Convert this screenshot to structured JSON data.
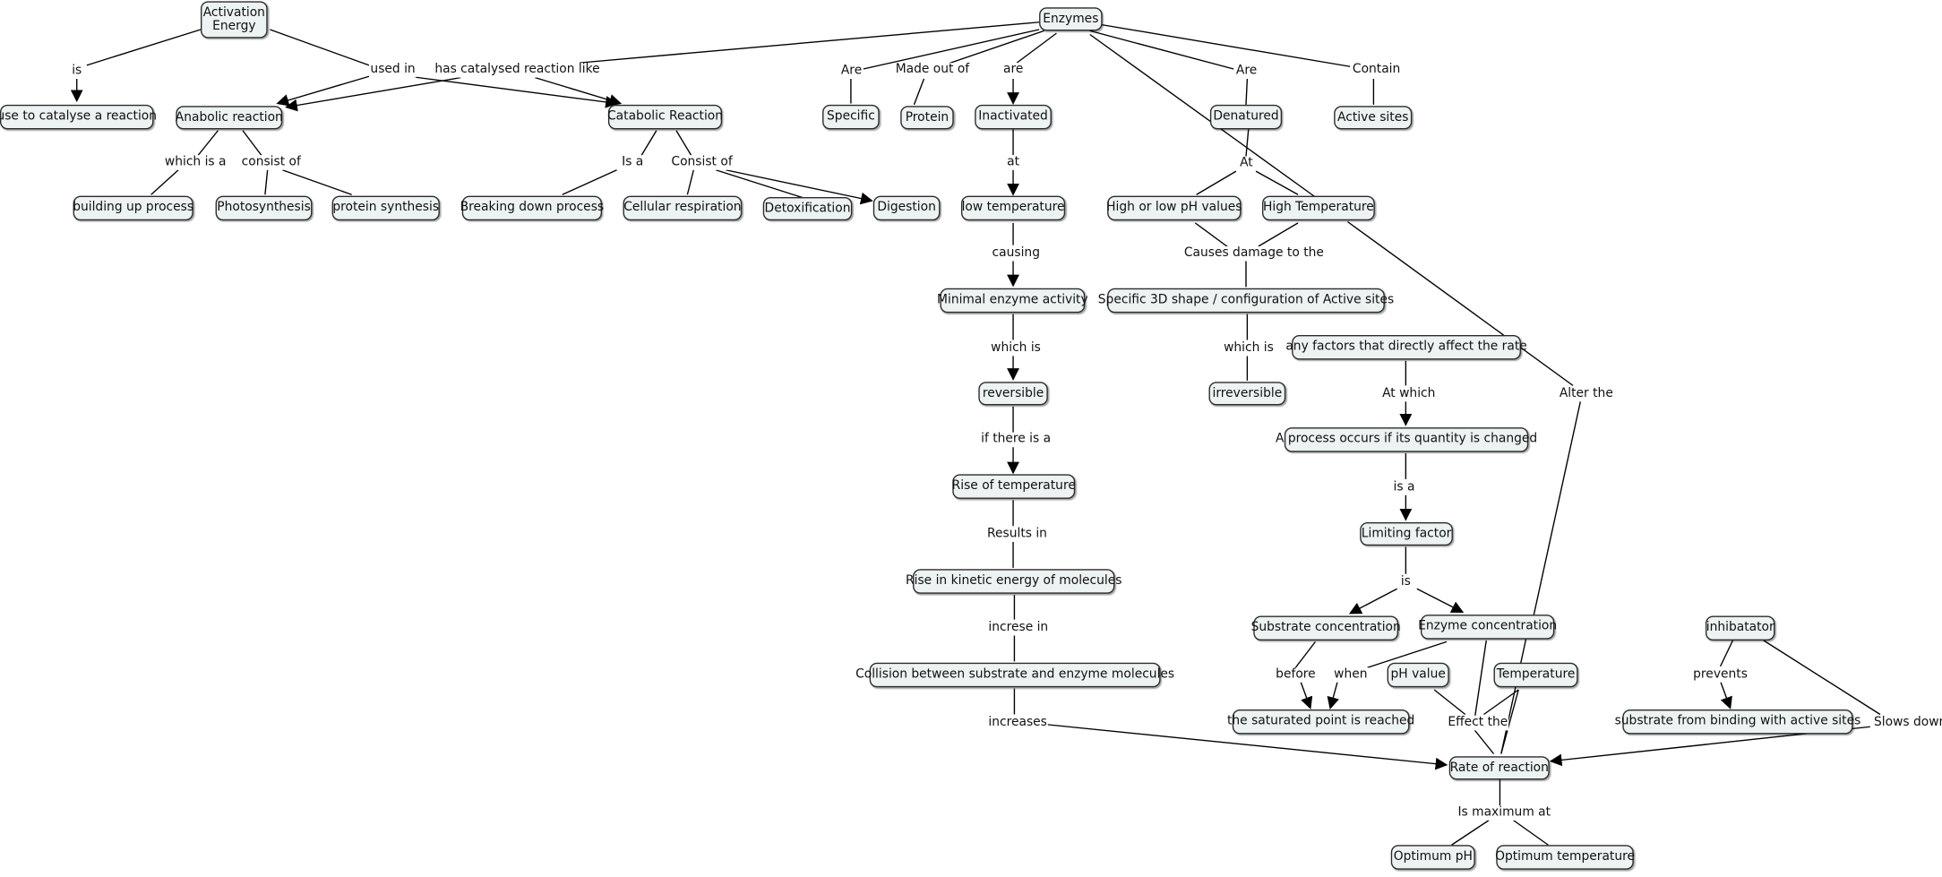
{
  "nodes": {
    "activation": "Activation\nEnergy",
    "use_catalyse": "use to catalyse a reaction",
    "anabolic": "Anabolic reaction",
    "building": "building up process",
    "photosynthesis": "Photosynthesis",
    "protein_synthesis": "protein synthesis",
    "catabolic": "Catabolic Reaction",
    "breaking": "Breaking down process",
    "cellular": "Cellular respiration",
    "detox": "Detoxification",
    "digestion": "Digestion",
    "enzymes": "Enzymes",
    "specific": "Specific",
    "protein": "Protein",
    "inactivated": "Inactivated",
    "denatured": "Denatured",
    "active_sites": "Active sites",
    "low_temp": "low temperature",
    "high_low_ph": "High or low pH values",
    "high_temp": "High Temperature",
    "minimal": "Minimal enzyme activity",
    "shape3d": "Specific 3D shape / configuration of Active sites",
    "reversible": "reversible",
    "irreversible": "irreversible",
    "any_factors": "any factors that directly affect the rate",
    "process_occurs": "A process occurs if its quantity is changed",
    "rise_temp": "Rise of temperature",
    "limiting": "Limiting factor",
    "rise_kinetic": "Rise in kinetic energy of molecules",
    "substrate_conc": "Substrate concentration",
    "enzyme_conc": "Enzyme concentration",
    "inhibitor": "inhibatator",
    "collision": "Collision between substrate and enzyme molecules",
    "ph_value": "pH value",
    "temperature": "Temperature",
    "saturated": "the saturated point is reached",
    "substrate_binding": "substrate from binding with active sites",
    "rate": "Rate of reaction",
    "opt_ph": "Optimum pH",
    "opt_temp": "Optimum temperature"
  },
  "labels": {
    "is_1": "is",
    "used_in": "used in",
    "has_catalysed": "has catalysed reaction like",
    "which_is_a": "which is a",
    "consist_of": "consist of",
    "is_a_1": "Is a",
    "consist_of_2": "Consist of",
    "are_1": "Are",
    "made_out_of": "Made out of",
    "are_2": "are",
    "are_3": "Are",
    "contain": "Contain",
    "at_1": "at",
    "at_2": "At",
    "causing": "causing",
    "causes_damage": "Causes damage to the",
    "which_is_1": "which is",
    "which_is_2": "which is",
    "if_there_is_a": "if there is a",
    "at_which": "At which",
    "alter_the": "Alter the",
    "results_in": "Results in",
    "is_a_2": "is a",
    "increse_in": "increse in",
    "is_2": "is",
    "prevents": "prevents",
    "before": "before",
    "when": "when",
    "increases": "increases",
    "effect_the": "Effect the",
    "slows_down": "Slows down",
    "is_maximum_at": "Is maximum at"
  }
}
